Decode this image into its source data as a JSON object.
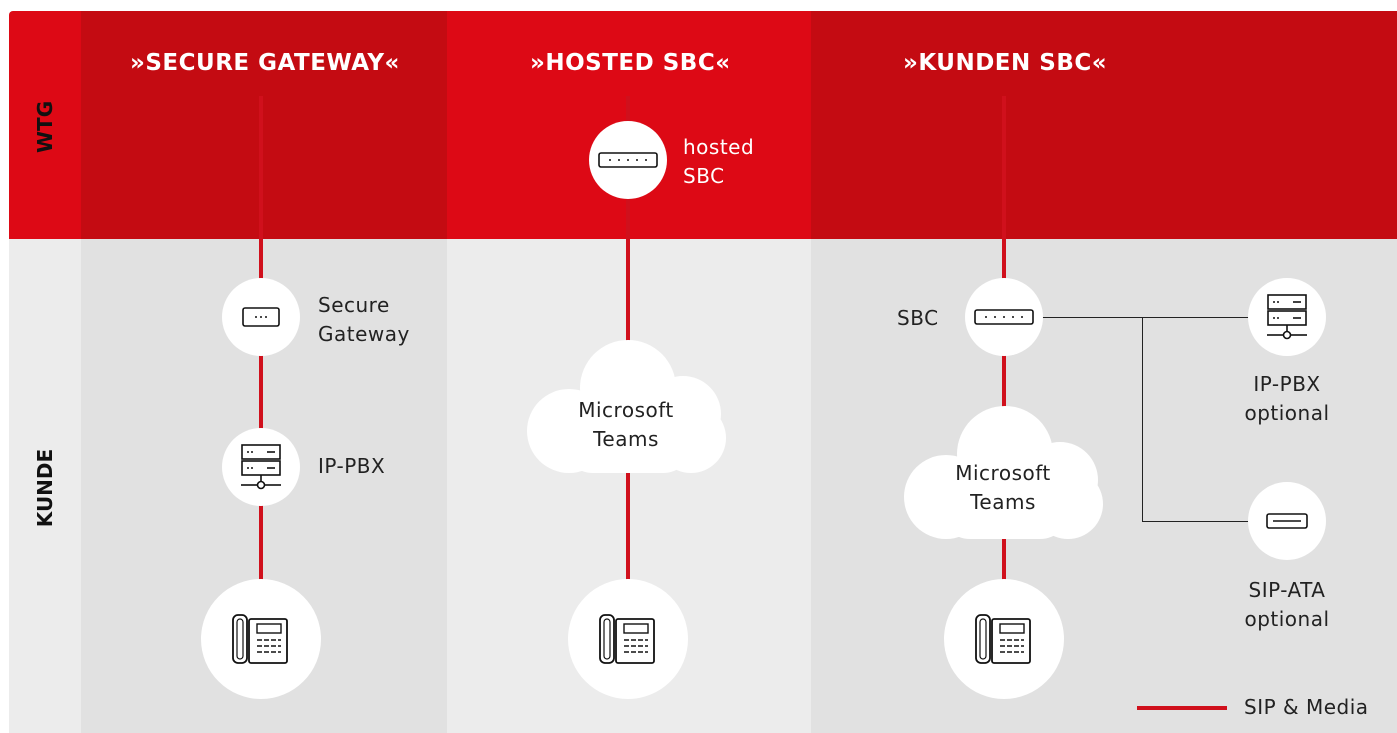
{
  "row_labels": {
    "top": "WTG",
    "bottom": "KUNDE"
  },
  "columns": [
    {
      "title": "»SECURE GATEWAY«"
    },
    {
      "title": "»HOSTED SBC«"
    },
    {
      "title": "»KUNDEN SBC«"
    }
  ],
  "col1": {
    "gateway_label": [
      "Secure",
      "Gateway"
    ],
    "pbx_label": "IP-PBX"
  },
  "col2": {
    "hosted_sbc_label": [
      "hosted",
      "SBC"
    ],
    "teams_label": [
      "Microsoft",
      "Teams"
    ]
  },
  "col3": {
    "sbc_label": "SBC",
    "teams_label": [
      "Microsoft",
      "Teams"
    ],
    "pbx_label": [
      "IP-PBX",
      "optional"
    ],
    "ata_label": [
      "SIP-ATA",
      "optional"
    ]
  },
  "legend": {
    "label": "SIP & Media",
    "color": "#d0101c"
  },
  "colors": {
    "red_light": "#dd0915",
    "red_dark": "#c40b12",
    "gray_light": "#ececec",
    "gray_dark": "#e1e1e1"
  }
}
